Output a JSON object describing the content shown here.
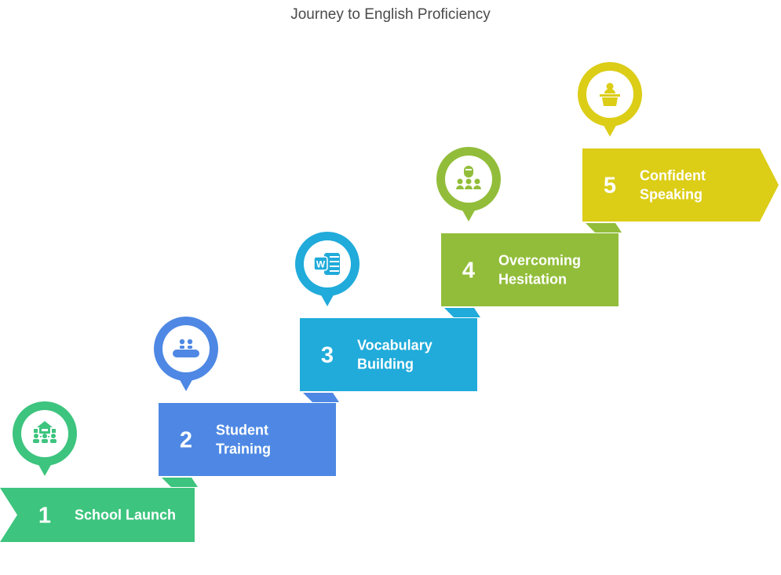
{
  "title": "Journey to English Proficiency",
  "steps": [
    {
      "number": "1",
      "label_lines": [
        "School Launch"
      ],
      "color": "#3dc47e",
      "icon": "school-icon"
    },
    {
      "number": "2",
      "label_lines": [
        "Student",
        "Training"
      ],
      "color": "#4e88e4",
      "icon": "students-at-desk-icon"
    },
    {
      "number": "3",
      "label_lines": [
        "Vocabulary",
        "Building"
      ],
      "color": "#20abda",
      "icon": "word-document-icon"
    },
    {
      "number": "4",
      "label_lines": [
        "Overcoming",
        "Hesitation"
      ],
      "color": "#92bd3a",
      "icon": "presenter-audience-icon"
    },
    {
      "number": "5",
      "label_lines": [
        "Confident",
        "Speaking"
      ],
      "color": "#dccd17",
      "icon": "speaker-podium-icon"
    }
  ]
}
